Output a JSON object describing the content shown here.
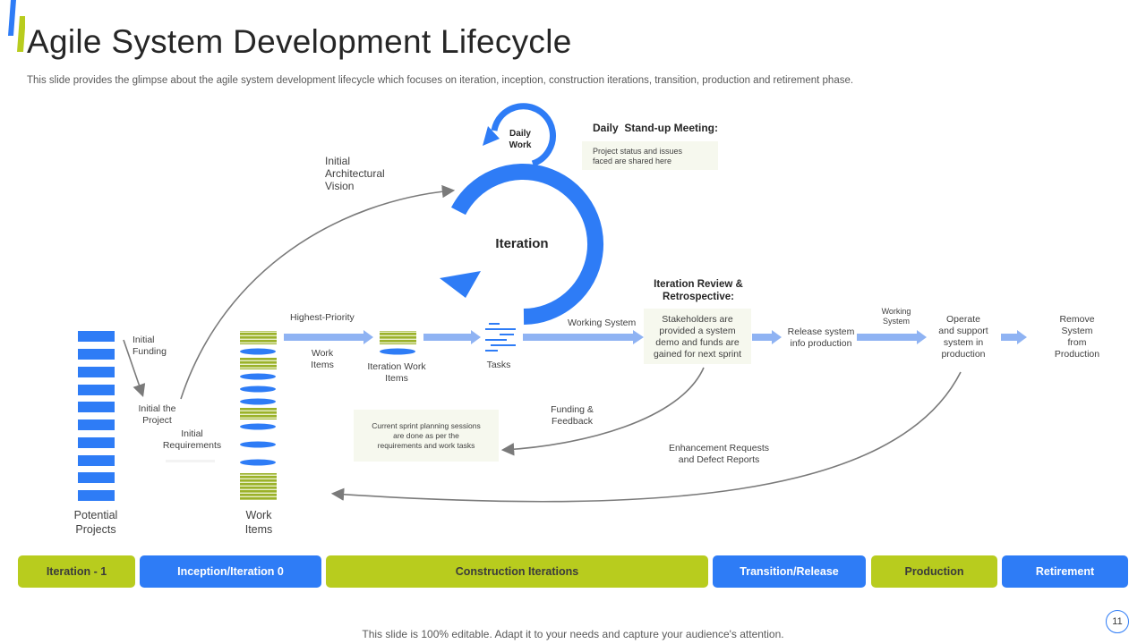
{
  "slide": {
    "title": "Agile System Development Lifecycle",
    "subtitle": "This slide provides the glimpse about the agile system development lifecycle which focuses on iteration, inception, construction iterations, transition, production and retirement phase.",
    "footer": "This slide is 100% editable. Adapt it to your needs and capture your audience's attention.",
    "page_number": "11"
  },
  "colors": {
    "blue": "#2e7cf6",
    "light_blue": "#8fb3f3",
    "green": "#b8cc1e",
    "gray_arrow": "#7a7a7a"
  },
  "diagram": {
    "daily_work": [
      "Daily",
      "Work"
    ],
    "iteration": "Iteration",
    "daily_standup_title": "Daily  Stand-up Meeting:",
    "daily_standup_text": [
      "Project status and issues",
      "faced are shared here"
    ],
    "initial_vision": [
      "Initial",
      "Architectural",
      "Vision"
    ],
    "initial_funding": [
      "Initial",
      "Funding"
    ],
    "initial_project": [
      "Initial the",
      "Project"
    ],
    "initial_requirements": [
      "Initial",
      "Requirements"
    ],
    "potential_projects": [
      "Potential",
      "Projects"
    ],
    "work_items_bottom": [
      "Work",
      "Items"
    ],
    "highest_priority": "Highest-Priority",
    "work_items_mid": [
      "Work",
      "Items"
    ],
    "iteration_work_items": [
      "Iteration Work",
      "Items"
    ],
    "tasks": "Tasks",
    "working_system_1": "Working System",
    "review_title": [
      "Iteration Review &",
      "Retrospective:"
    ],
    "review_text": [
      "Stakeholders are",
      "provided a system",
      "demo and funds are",
      "gained for next sprint"
    ],
    "release_text": [
      "Release system",
      "info production"
    ],
    "working_system_2": [
      "Working",
      "System"
    ],
    "operate_text": [
      "Operate",
      "and support",
      "system in",
      "production"
    ],
    "remove_text": [
      "Remove",
      "System",
      "from",
      "Production"
    ],
    "funding_feedback": [
      "Funding &",
      "Feedback"
    ],
    "sprint_planning": [
      "Current sprint planning sessions",
      "are done as per the",
      "requirements and work tasks"
    ],
    "enhancement": [
      "Enhancement Requests",
      "and Defect Reports"
    ]
  },
  "phases": [
    {
      "label": "Iteration - 1",
      "color": "green"
    },
    {
      "label": "Inception/Iteration 0",
      "color": "blue"
    },
    {
      "label": "Construction Iterations",
      "color": "green"
    },
    {
      "label": "Transition/Release",
      "color": "blue"
    },
    {
      "label": "Production",
      "color": "green"
    },
    {
      "label": "Retirement",
      "color": "blue"
    }
  ]
}
